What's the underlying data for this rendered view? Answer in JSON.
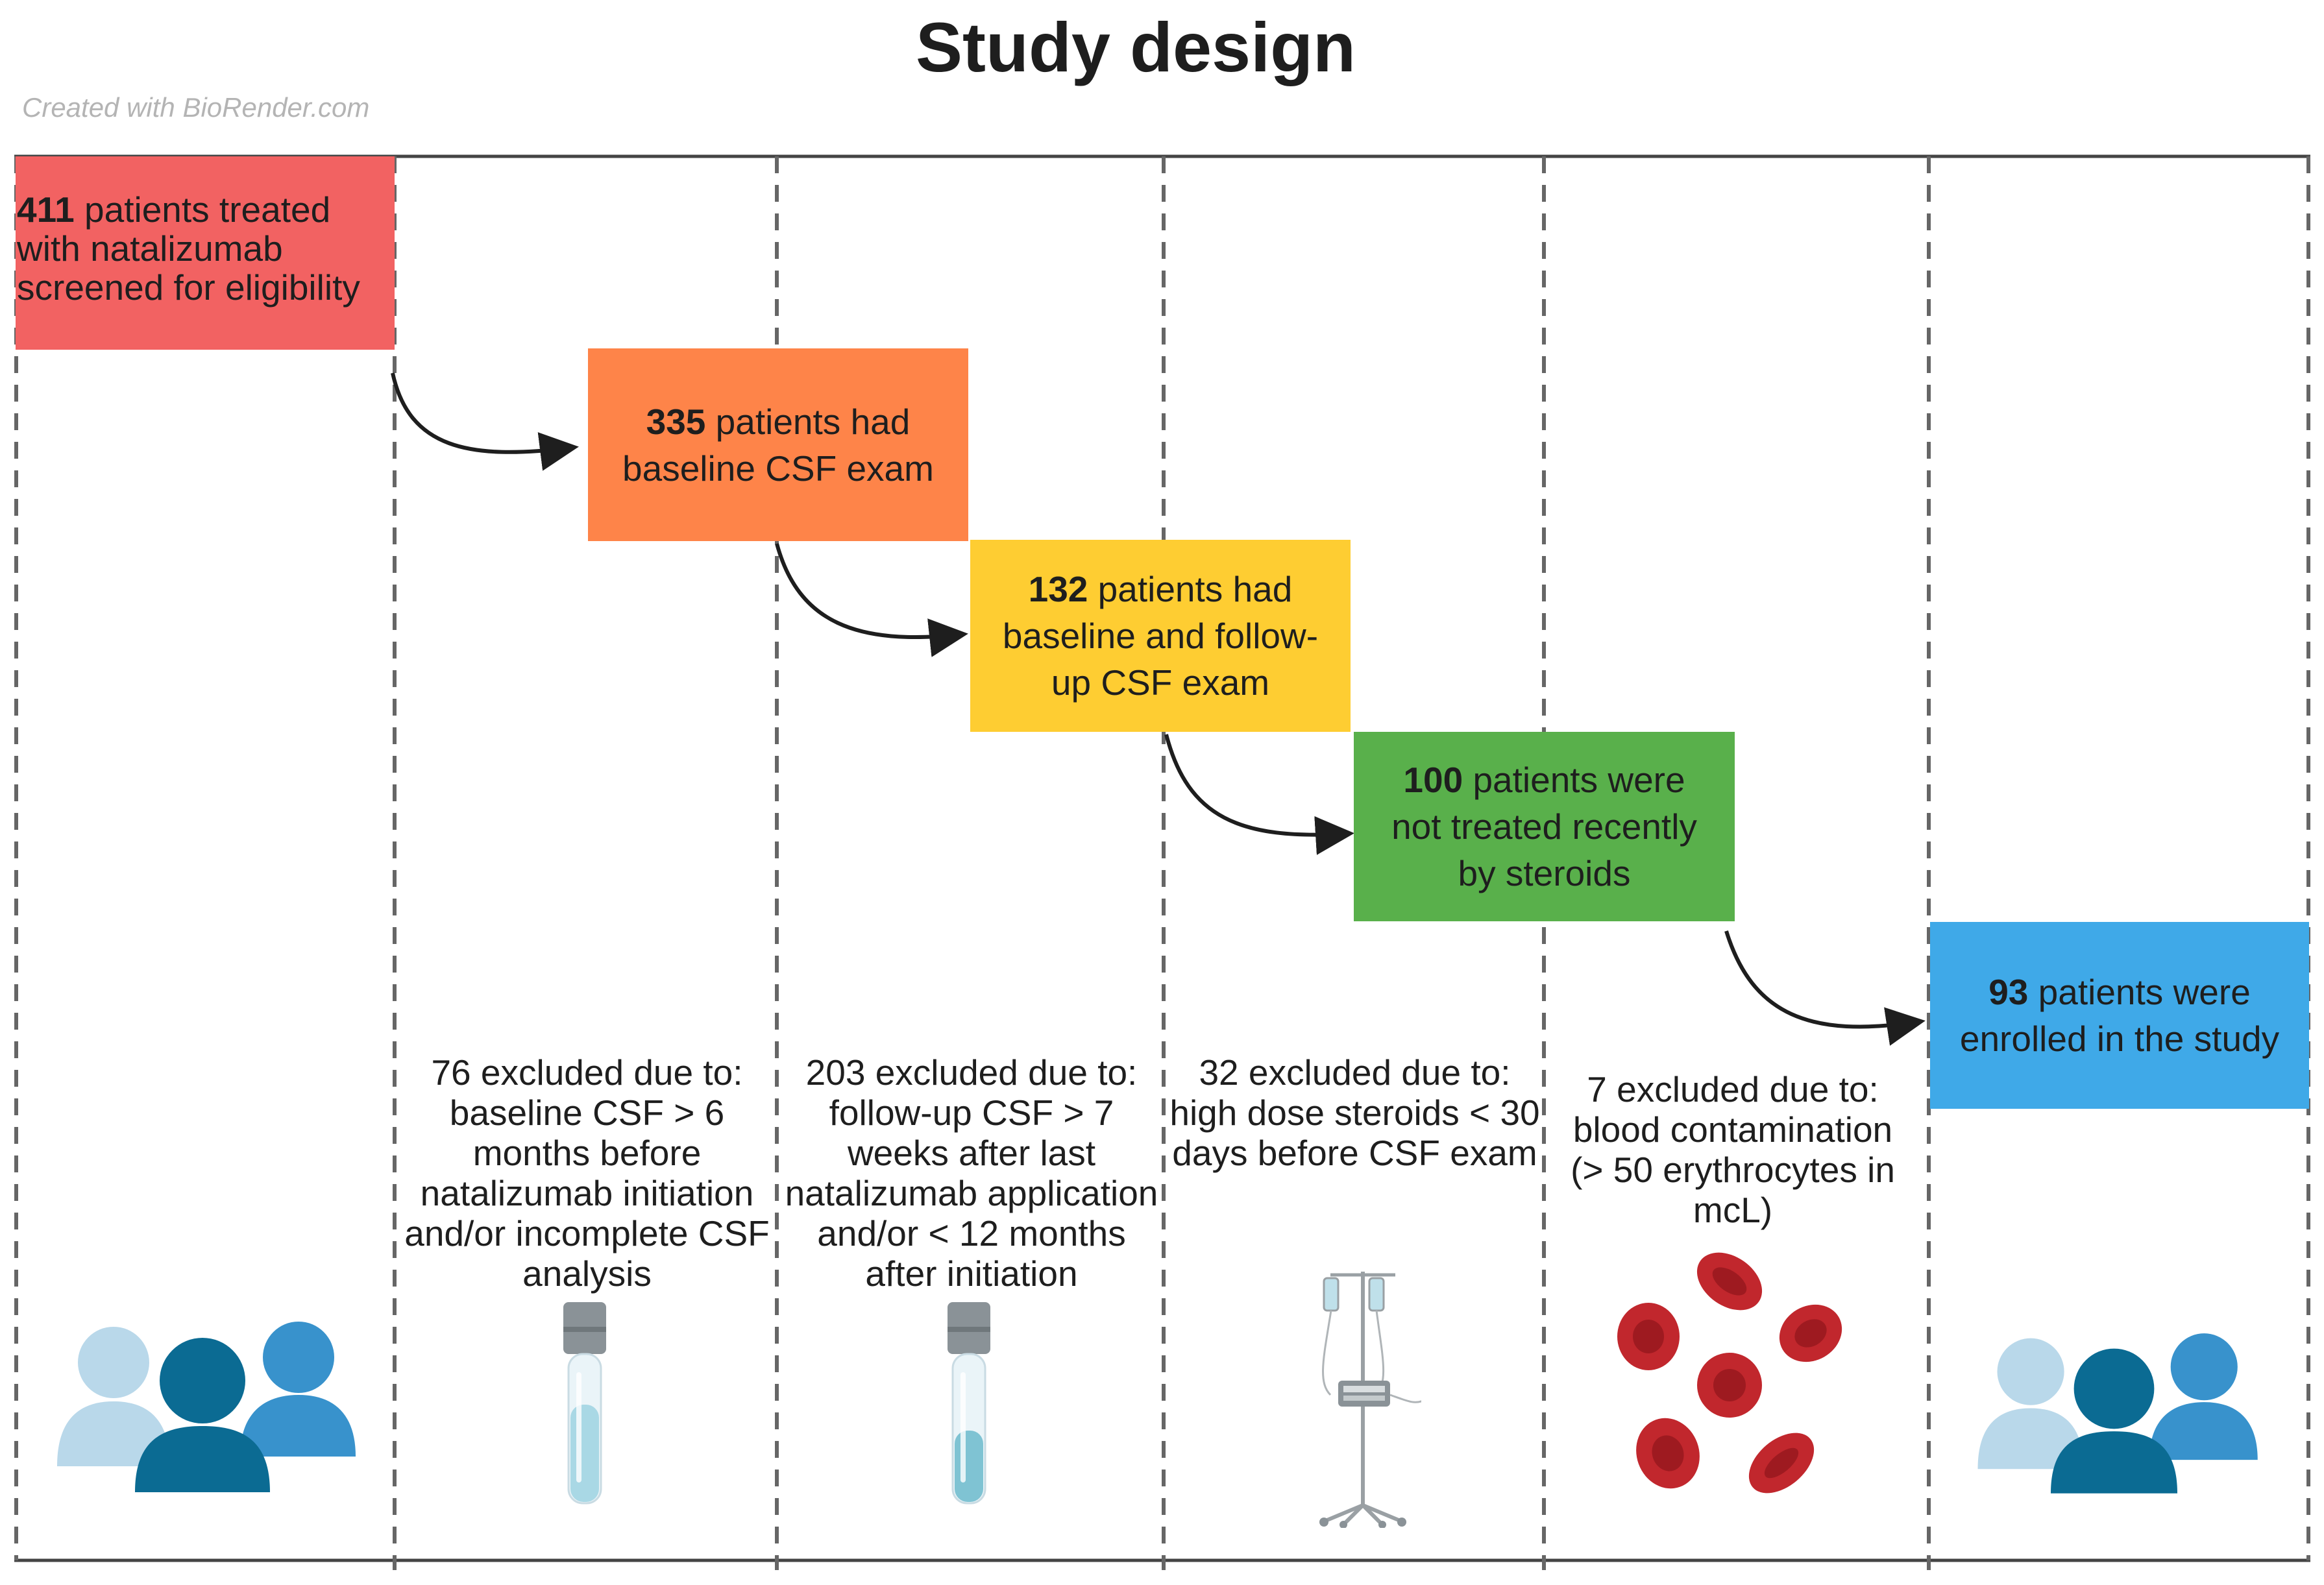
{
  "title": "Study design",
  "credit": "Created with BioRender.com",
  "colors": {
    "screened": "#f26262",
    "baseline": "#fe8449",
    "followup": "#fecd32",
    "steroids": "#59b04b",
    "enrolled": "#3fa9e8",
    "people_light": "#b9d8ea",
    "people_mid": "#3892cc",
    "people_dark": "#0b6b93",
    "rbc": "#c1272d"
  },
  "boxes": {
    "screened": {
      "count": "411",
      "text": " patients treated with natalizumab screened for eligibility"
    },
    "baseline": {
      "count": "335",
      "text": " patients had baseline CSF exam"
    },
    "followup": {
      "count": "132",
      "text": " patients had baseline and follow-up CSF exam"
    },
    "steroids": {
      "count": "100",
      "text": " patients were not treated recently by steroids"
    },
    "enrolled": {
      "count": "93",
      "text": " patients were enrolled in the study"
    }
  },
  "exclusions": [
    {
      "heading": "76 excluded due to:",
      "text": "baseline CSF > 6 months before natalizumab initiation and/or incomplete CSF analysis"
    },
    {
      "heading": "203 excluded due to:",
      "text": "follow-up CSF > 7 weeks after last natalizumab application and/or < 12 months after initiation"
    },
    {
      "heading": "32 excluded due to:",
      "text": "high dose steroids < 30 days before CSF exam"
    },
    {
      "heading": "7 excluded due to:",
      "text": "blood contamination (> 50 erythrocytes in mcL)"
    }
  ],
  "icons": [
    "patients-group-icon",
    "csf-tube-icon",
    "csf-tube-icon",
    "iv-stand-icon",
    "red-blood-cells-icon",
    "patients-group-icon"
  ]
}
